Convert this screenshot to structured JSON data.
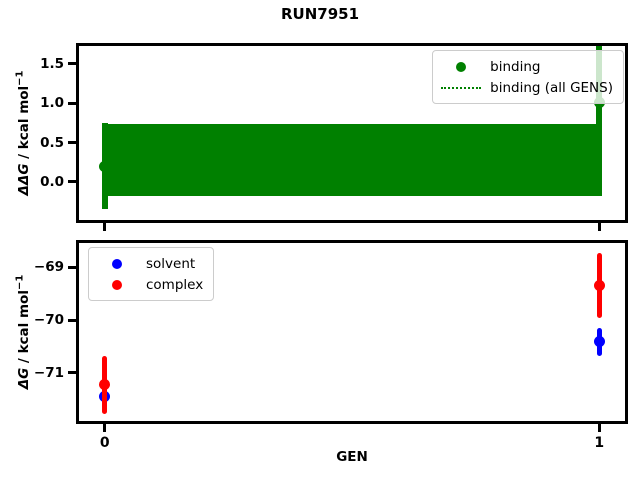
{
  "title": "RUN7951",
  "colors": {
    "binding": "#008000",
    "solvent": "#0000ff",
    "complex": "#ff0000",
    "band": "#008000",
    "axes": "#000000",
    "legend_border": "#cccccc"
  },
  "chart_data": [
    {
      "type": "scatter",
      "name": "binding-subplot",
      "ylabel": {
        "symbol": "ΔΔG",
        "rest": " / kcal mol",
        "sup": "−1"
      },
      "xlim": [
        -0.052,
        1.052
      ],
      "ylim": [
        -0.485,
        1.729
      ],
      "grid": false,
      "yticks": [
        {
          "value": 0.0,
          "label": "0.0"
        },
        {
          "value": 0.5,
          "label": "0.5"
        },
        {
          "value": 1.0,
          "label": "1.0"
        },
        {
          "value": 1.5,
          "label": "1.5"
        }
      ],
      "xticks": [
        {
          "value": 0,
          "label": "0"
        },
        {
          "value": 1,
          "label": "1"
        }
      ],
      "band": {
        "x0": 0,
        "x1": 1,
        "lo": -0.175,
        "hi": 0.735,
        "color": "#008000"
      },
      "series": [
        {
          "name": "binding",
          "color": "#008000",
          "points": [
            {
              "x": 0,
              "y": 0.2,
              "err": 0.55
            },
            {
              "x": 1,
              "y": 1.01,
              "err": 1.19
            }
          ]
        }
      ],
      "legend": [
        {
          "label": "binding",
          "marker": "dot",
          "color": "#008000"
        },
        {
          "label": "binding (all GENS)",
          "marker": "dotted-line",
          "color": "#008000"
        }
      ],
      "legend_position": "upper right"
    },
    {
      "type": "scatter",
      "name": "dg-subplot",
      "ylabel": {
        "symbol": "ΔG",
        "rest": " / kcal mol",
        "sup": "−1"
      },
      "xlabel": "GEN",
      "xlim": [
        -0.052,
        1.052
      ],
      "ylim": [
        -71.91,
        -68.54
      ],
      "grid": false,
      "yticks": [
        {
          "value": -69,
          "label": "−69"
        },
        {
          "value": -70,
          "label": "−70"
        },
        {
          "value": -71,
          "label": "−71"
        }
      ],
      "xticks": [
        {
          "value": 0,
          "label": "0"
        },
        {
          "value": 1,
          "label": "1"
        }
      ],
      "series": [
        {
          "name": "solvent",
          "color": "#0000ff",
          "points": [
            {
              "x": 0,
              "y": -71.44,
              "err": 0.12
            },
            {
              "x": 1,
              "y": -70.41,
              "err": 0.27
            }
          ]
        },
        {
          "name": "complex",
          "color": "#ff0000",
          "points": [
            {
              "x": 0,
              "y": -71.22,
              "err": 0.55
            },
            {
              "x": 1,
              "y": -69.34,
              "err": 0.62
            }
          ]
        }
      ],
      "legend": [
        {
          "label": "solvent",
          "marker": "dot",
          "color": "#0000ff"
        },
        {
          "label": "complex",
          "marker": "dot",
          "color": "#ff0000"
        }
      ],
      "legend_position": "upper left"
    }
  ]
}
